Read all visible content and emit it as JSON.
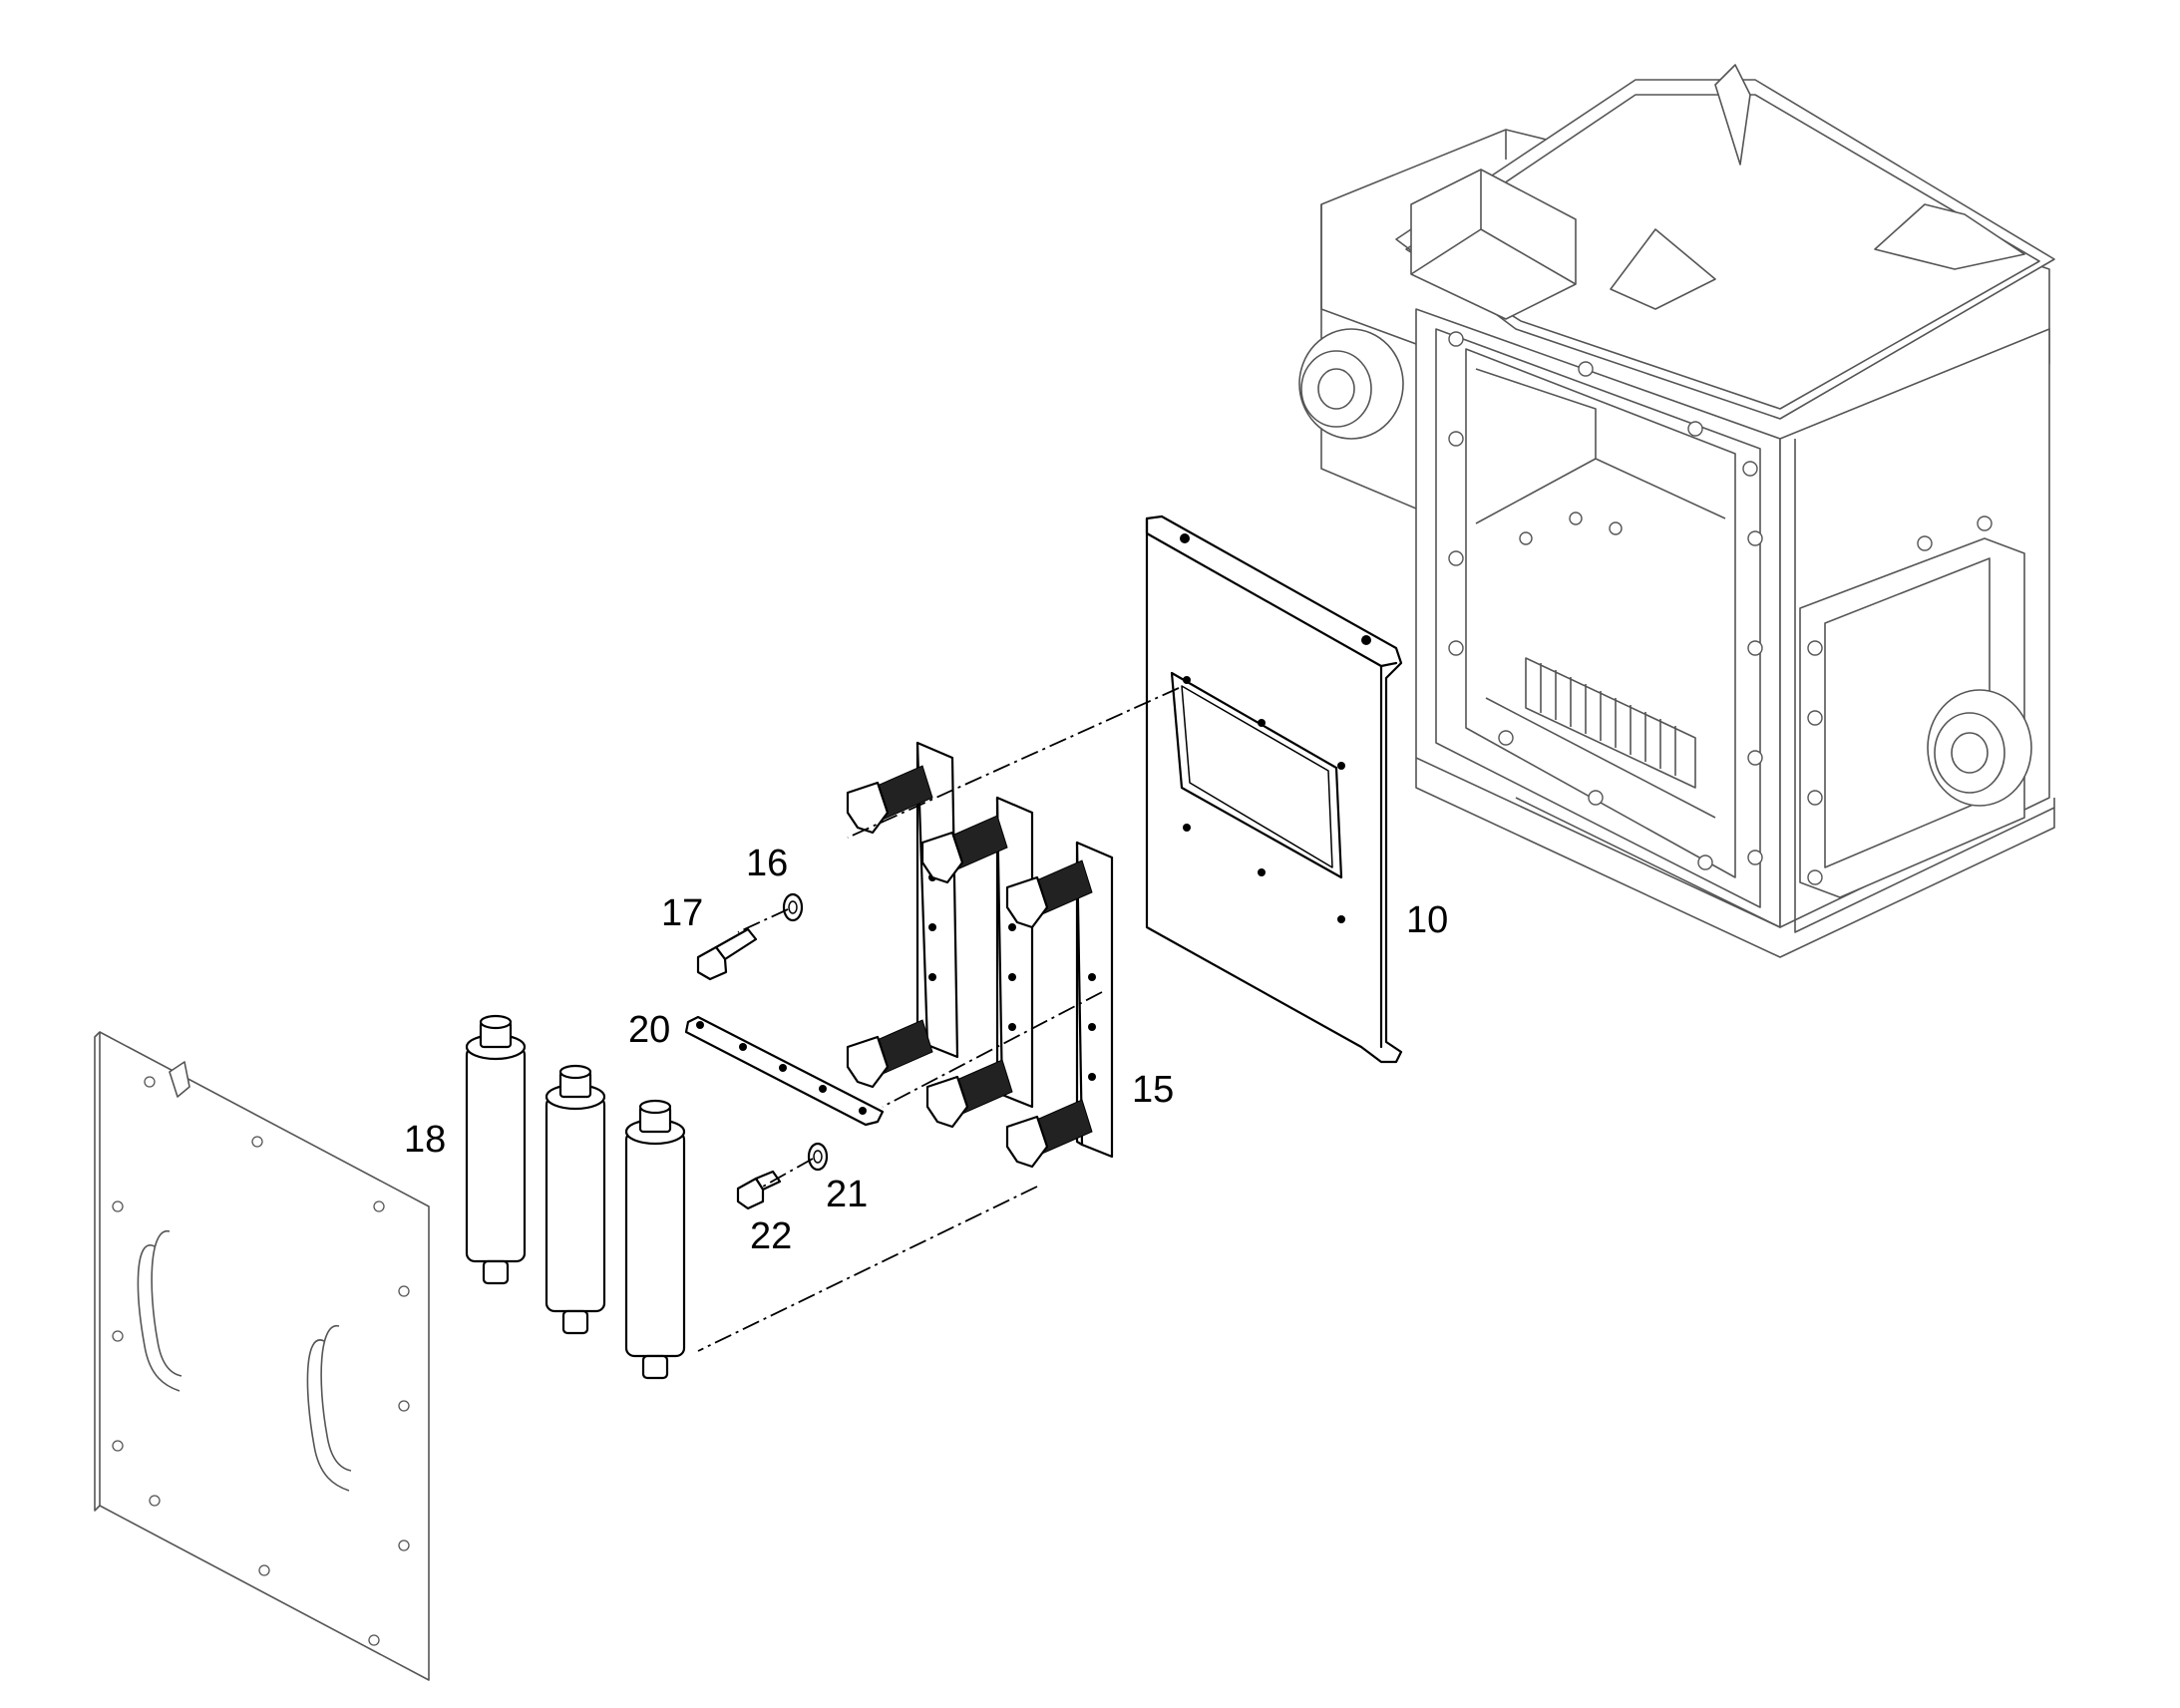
{
  "callouts": {
    "c10": "10",
    "c15": "15",
    "c16": "16",
    "c17": "17",
    "c18": "18",
    "c20": "20",
    "c21": "21",
    "c22": "22"
  },
  "colors": {
    "line": "#000000",
    "background": "#ffffff",
    "housing_line": "#555555"
  }
}
